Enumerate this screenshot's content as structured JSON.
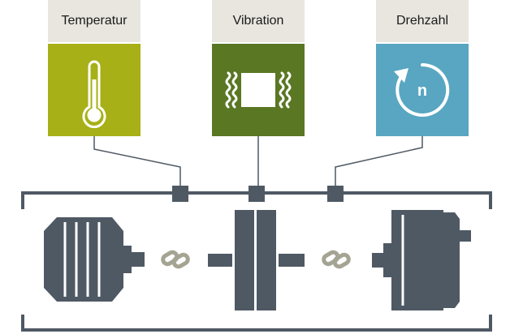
{
  "sensors": [
    {
      "label": "Temperatur",
      "icon": "thermometer-icon",
      "color": "#a7b016"
    },
    {
      "label": "Vibration",
      "icon": "vibration-icon",
      "color": "#5a7724"
    },
    {
      "label": "Drehzahl",
      "icon": "rotation-speed-icon",
      "color": "#58a6c1",
      "symbol": "n"
    }
  ],
  "colors": {
    "machine": "#4f5964",
    "coupling": "#a5a493",
    "line": "#4f5964",
    "label_bg": "#e8e6de"
  }
}
